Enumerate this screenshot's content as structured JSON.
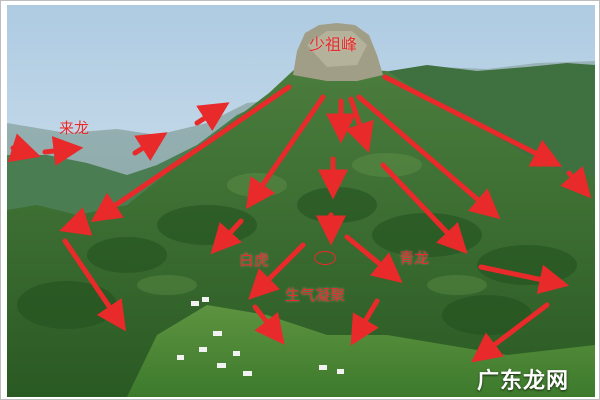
{
  "labels": {
    "peak": "少祖峰",
    "coming_dragon": "来龙",
    "white_tiger": "白虎",
    "green_dragon": "青龙",
    "meeting_point": "生气凝聚"
  },
  "watermark": "广东龙网",
  "colors": {
    "arrow": "#e82a2a",
    "sky": "#c9dcea",
    "mountain": "#2e6b2a",
    "rock_peak": "#9d9d86"
  }
}
